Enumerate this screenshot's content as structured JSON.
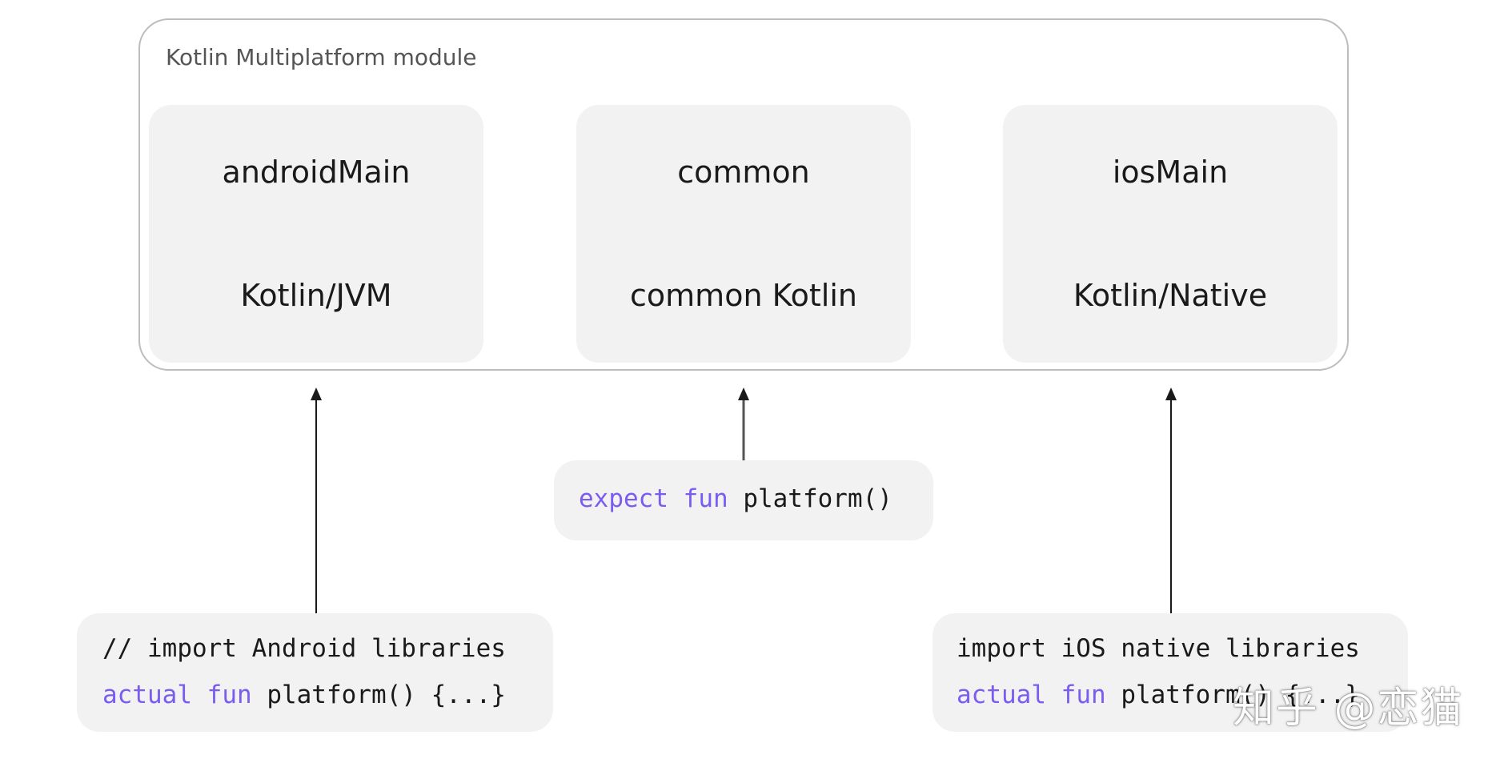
{
  "module": {
    "title": "Kotlin Multiplatform module"
  },
  "source_sets": [
    {
      "name": "androidMain",
      "platform": "Kotlin/JVM"
    },
    {
      "name": "common",
      "platform": "common Kotlin"
    },
    {
      "name": "iosMain",
      "platform": "Kotlin/Native"
    }
  ],
  "code_blocks": {
    "expect": {
      "keyword1": "expect",
      "keyword2": "fun",
      "rest": " platform()"
    },
    "android": {
      "line1": "// import Android libraries",
      "keyword1": "actual",
      "keyword2": "fun",
      "rest": " platform() {...}"
    },
    "ios": {
      "line1": "import iOS native libraries",
      "keyword1": "actual",
      "keyword2": "fun",
      "rest": " platform() {...}"
    }
  },
  "colors": {
    "keyword": "#7b5cf0",
    "box_fill": "#f2f2f2",
    "module_border": "#bdbdbd"
  },
  "watermark": "知乎 @恋猫"
}
